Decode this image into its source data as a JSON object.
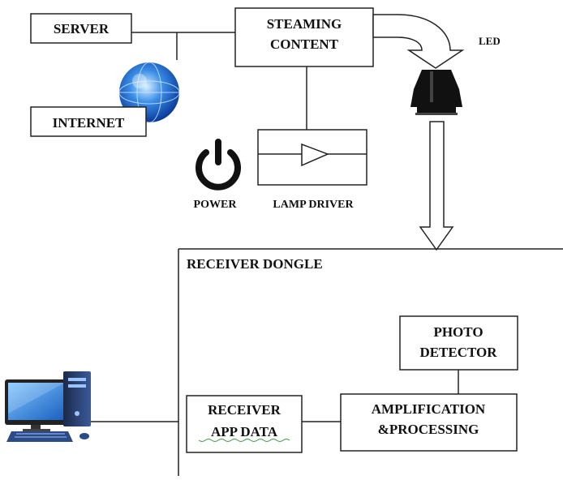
{
  "blocks": {
    "server": "SERVER",
    "internet": "INTERNET",
    "streaming_line1": "STEAMING",
    "streaming_line2": "CONTENT",
    "led": "LED",
    "power": "POWER",
    "lamp_driver": "LAMP DRIVER",
    "receiver_dongle": "RECEIVER DONGLE",
    "photo_line1": "PHOTO",
    "photo_line2": "DETECTOR",
    "receiver_line1": "RECEIVER",
    "receiver_line2": "APP  DATA",
    "amp_line1": "AMPLIFICATION",
    "amp_line2": "&PROCESSING"
  },
  "icons": {
    "globe": "globe-icon",
    "power": "power-icon",
    "led": "led-bulb-icon",
    "computer": "desktop-computer-icon"
  },
  "colors": {
    "globe_blue": "#1f6fd6",
    "computer_blue": "#2a7fd4",
    "ink": "#111111"
  }
}
